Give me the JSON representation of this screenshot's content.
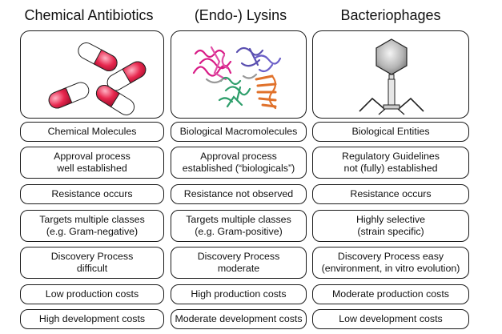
{
  "columns": [
    {
      "title": "Chemical Antibiotics",
      "illustration": "pills-icon",
      "rows": [
        [
          "Chemical Molecules"
        ],
        [
          "Approval process",
          "well established"
        ],
        [
          "Resistance occurs"
        ],
        [
          "Targets multiple classes",
          "(e.g. Gram-negative)"
        ],
        [
          "Discovery Process",
          "difficult"
        ],
        [
          "Low production costs"
        ],
        [
          "High development costs"
        ]
      ]
    },
    {
      "title": "(Endo-) Lysins",
      "illustration": "protein-structure-icon",
      "rows": [
        [
          "Biological Macromolecules"
        ],
        [
          "Approval process",
          "established (“biologicals”)"
        ],
        [
          "Resistance not observed"
        ],
        [
          "Targets multiple classes",
          "(e.g. Gram-positive)"
        ],
        [
          "Discovery Process",
          "moderate"
        ],
        [
          "High production costs"
        ],
        [
          "Moderate development costs"
        ]
      ]
    },
    {
      "title": "Bacteriophages",
      "illustration": "bacteriophage-icon",
      "rows": [
        [
          "Biological Entities"
        ],
        [
          "Regulatory Guidelines",
          "not (fully) established"
        ],
        [
          "Resistance occurs"
        ],
        [
          "Highly selective",
          "(strain specific)"
        ],
        [
          "Discovery Process easy",
          "(environment, in vitro evolution)"
        ],
        [
          "Moderate production costs"
        ],
        [
          "Low development costs"
        ]
      ]
    }
  ],
  "colors": {
    "pill_red": "#e8284f",
    "pill_white": "#ffffff",
    "phage_grey": "#8a8a8a",
    "protein_magenta": "#d81b86",
    "protein_purple": "#5a4fb0",
    "protein_green": "#2e9e6b",
    "protein_orange": "#e0712b"
  }
}
